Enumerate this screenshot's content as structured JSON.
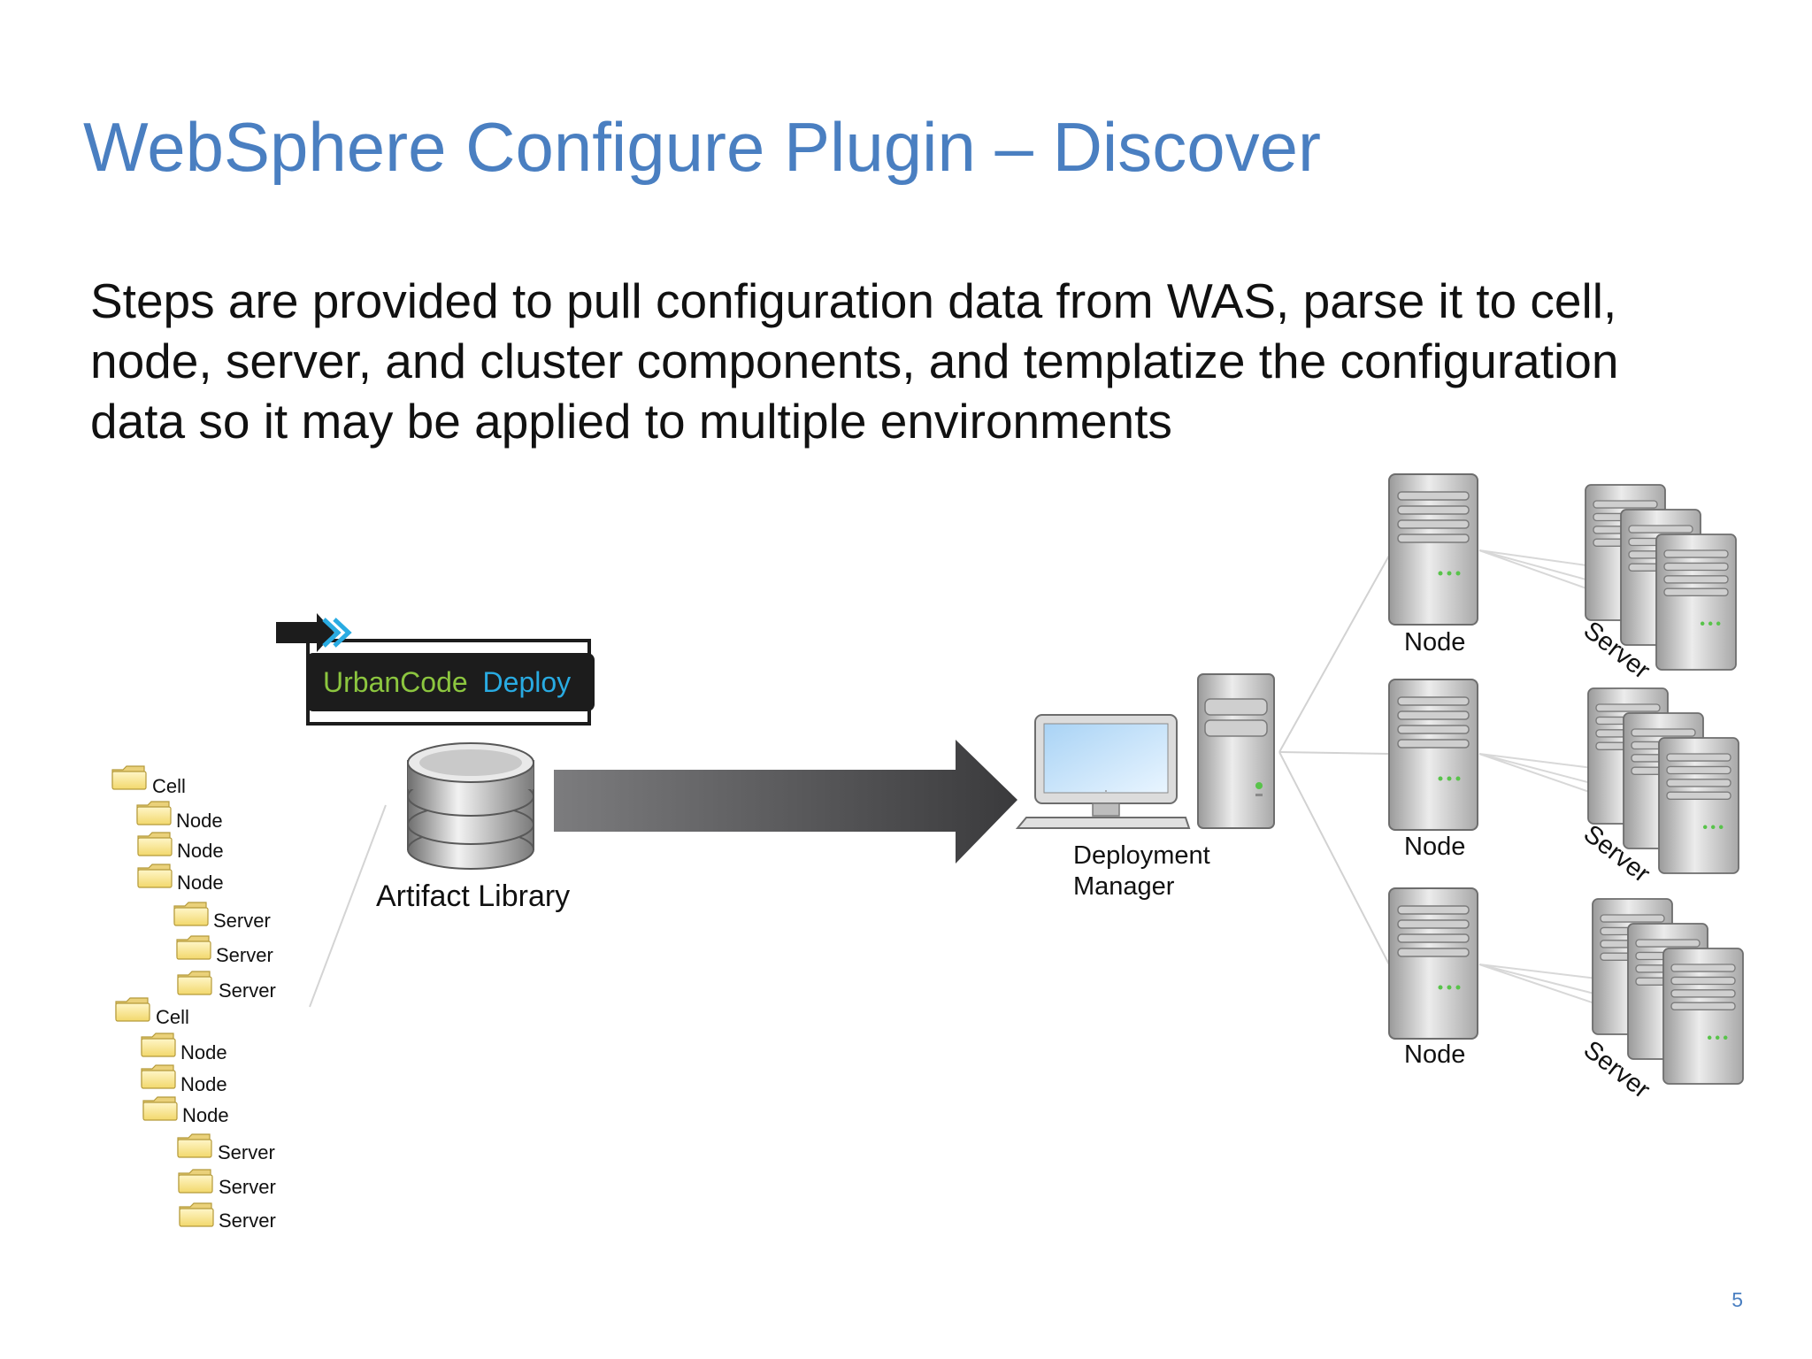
{
  "slide": {
    "title": "WebSphere Configure Plugin – Discover",
    "body_lines": [
      "Steps are provided to pull configuration data from WAS, parse it to cell,",
      "node, server, and cluster components, and templatize the configuration",
      "data so it may be applied to multiple environments"
    ],
    "page_number": "5"
  },
  "logo": {
    "name": "UrbanCode Deploy",
    "word1": "UrbanCode",
    "word2": "Deploy",
    "colors": {
      "word1": "#8cc63f",
      "word2": "#29abe2",
      "box": "#1c1c1c"
    }
  },
  "artifact_library": {
    "label": "Artifact Library",
    "icon": "database-icon"
  },
  "deployment_manager": {
    "label_line1": "Deployment",
    "label_line2": "Manager",
    "icon": "workstation-icon"
  },
  "nodes": [
    {
      "label": "Node",
      "server_label": "Server"
    },
    {
      "label": "Node",
      "server_label": "Server"
    },
    {
      "label": "Node",
      "server_label": "Server"
    }
  ],
  "tree": {
    "items": [
      {
        "label": "Cell",
        "level": 0
      },
      {
        "label": "Node",
        "level": 1
      },
      {
        "label": "Node",
        "level": 1
      },
      {
        "label": "Node",
        "level": 1
      },
      {
        "label": "Server",
        "level": 2
      },
      {
        "label": "Server",
        "level": 2
      },
      {
        "label": "Server",
        "level": 2
      },
      {
        "label": "Cell",
        "level": 0
      },
      {
        "label": "Node",
        "level": 1
      },
      {
        "label": "Node",
        "level": 1
      },
      {
        "label": "Node",
        "level": 1
      },
      {
        "label": "Server",
        "level": 2
      },
      {
        "label": "Server",
        "level": 2
      },
      {
        "label": "Server",
        "level": 2
      }
    ]
  },
  "colors": {
    "title": "#4a7fc1",
    "text": "#111111",
    "folder": "#f7e28a",
    "arrow_dark": "#3a3a3c",
    "arrow_light": "#7c7c7e"
  }
}
